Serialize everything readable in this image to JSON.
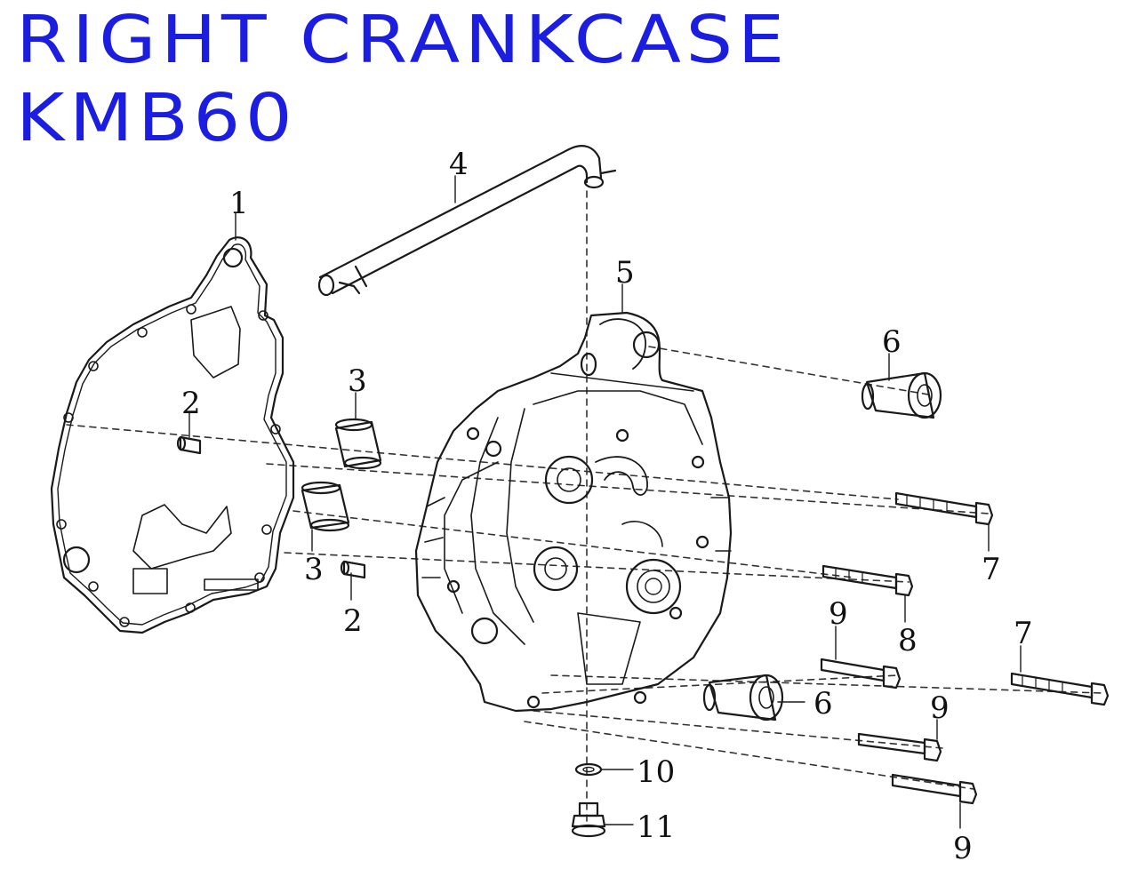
{
  "title": {
    "line1": "RIGHT CRANKCASE",
    "line2": "KMB60",
    "color": "#1b1ee0"
  },
  "callouts": [
    {
      "id": "c1",
      "text": "1"
    },
    {
      "id": "c2a",
      "text": "2"
    },
    {
      "id": "c2b",
      "text": "2"
    },
    {
      "id": "c3a",
      "text": "3"
    },
    {
      "id": "c3b",
      "text": "3"
    },
    {
      "id": "c4",
      "text": "4"
    },
    {
      "id": "c5",
      "text": "5"
    },
    {
      "id": "c6a",
      "text": "6"
    },
    {
      "id": "c6b",
      "text": "6"
    },
    {
      "id": "c7a",
      "text": "7"
    },
    {
      "id": "c7b",
      "text": "7"
    },
    {
      "id": "c8",
      "text": "8"
    },
    {
      "id": "c9a",
      "text": "9"
    },
    {
      "id": "c9b",
      "text": "9"
    },
    {
      "id": "c9c",
      "text": "9"
    },
    {
      "id": "c10",
      "text": "10"
    },
    {
      "id": "c11",
      "text": "11"
    }
  ]
}
